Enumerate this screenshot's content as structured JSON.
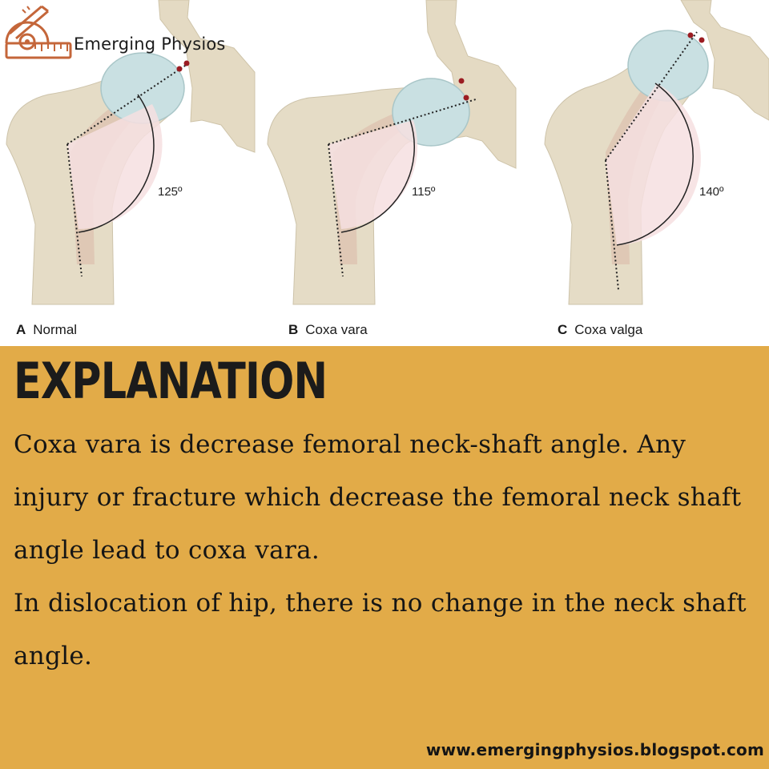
{
  "brand": {
    "name": "Emerging Physios",
    "logo_icon": "protractor-logo-icon",
    "logo_color": "#c4663a"
  },
  "figures": [
    {
      "letter": "A",
      "label": "Normal",
      "angle_text": "125º",
      "angle_deg": 125
    },
    {
      "letter": "B",
      "label": "Coxa vara",
      "angle_text": "115º",
      "angle_deg": 115
    },
    {
      "letter": "C",
      "label": "Coxa valga",
      "angle_text": "140º",
      "angle_deg": 140
    }
  ],
  "colors": {
    "background_panel": "#e2ab48",
    "bone": "#e5dcc6",
    "femoral_head": "#c9e0e2",
    "angle_fill": "#f6dfe1",
    "marker": "#9b1c22"
  },
  "explanation": {
    "heading": "EXPLANATION",
    "paragraph1": "Coxa vara is decrease femoral neck-shaft angle. Any injury or fracture which decrease the femoral neck shaft angle lead to coxa vara.",
    "paragraph2": "In dislocation of hip, there is no change in the neck shaft angle."
  },
  "footer": {
    "url": "www.emergingphysios.blogspot.com"
  }
}
